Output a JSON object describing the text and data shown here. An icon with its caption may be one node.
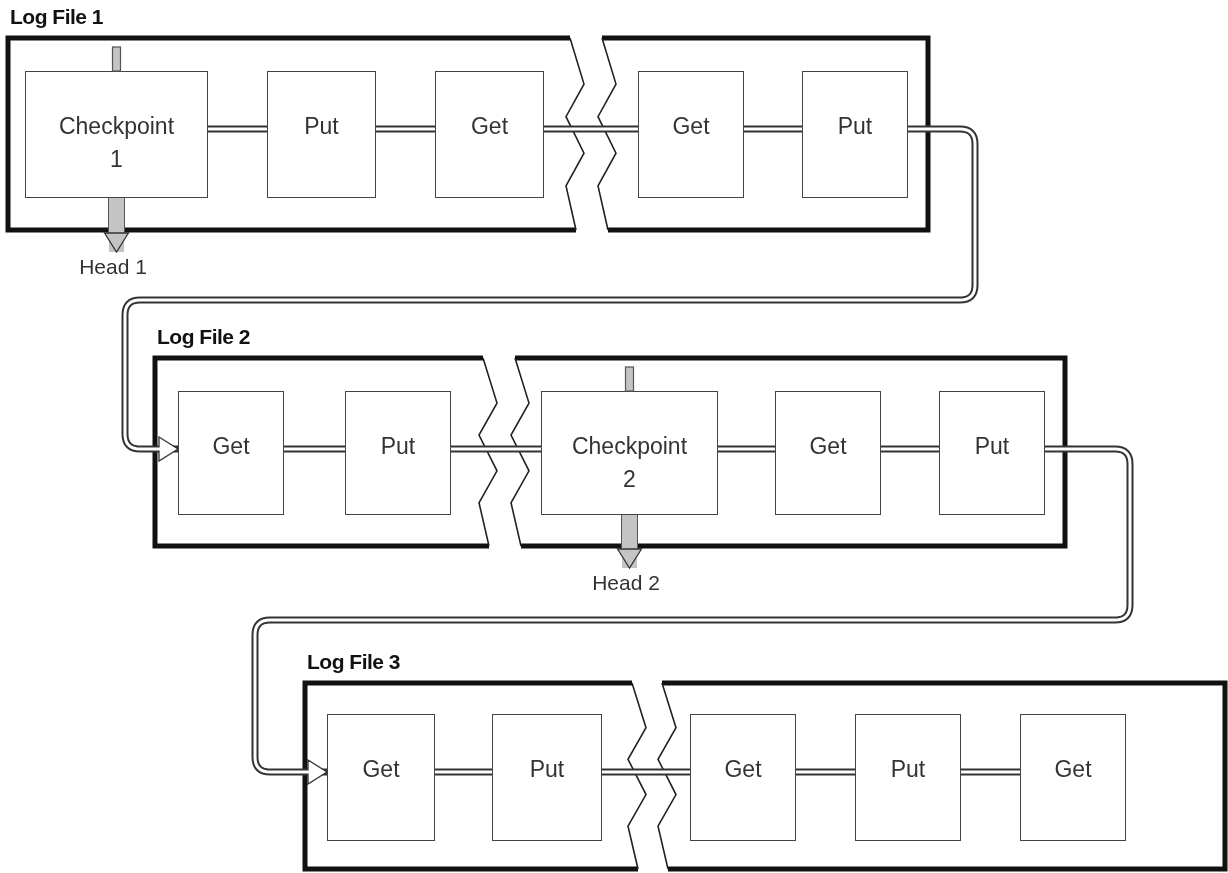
{
  "diagram": {
    "nodes": [
      {
        "text": [
          "Log File 1"
        ]
      },
      {
        "text": [
          "Checkpoint 1"
        ],
        "in": 0
      },
      {
        "text": [
          "Put"
        ],
        "in": 0
      },
      {
        "text": [
          "Get"
        ],
        "in": 0
      },
      {
        "text": [
          "Get"
        ],
        "in": 0
      },
      {
        "text": [
          "Put"
        ],
        "in": 0
      },
      {
        "text": [
          "Head 1"
        ]
      },
      {
        "text": [
          "Log File 2"
        ]
      },
      {
        "text": [
          "Get"
        ],
        "in": 7
      },
      {
        "text": [
          "Put"
        ],
        "in": 7
      },
      {
        "text": [
          "Checkpoint 2"
        ],
        "in": 7
      },
      {
        "text": [
          "Get"
        ],
        "in": 7
      },
      {
        "text": [
          "Put"
        ],
        "in": 7
      },
      {
        "text": [
          "Head 2"
        ]
      },
      {
        "text": [
          "Log File 3"
        ]
      },
      {
        "text": [
          "Get"
        ],
        "in": 14
      },
      {
        "text": [
          "Put"
        ],
        "in": 14
      },
      {
        "text": [
          "Get"
        ],
        "in": 14
      },
      {
        "text": [
          "Put"
        ],
        "in": 14
      },
      {
        "text": [
          "Get"
        ],
        "in": 14
      }
    ],
    "edges": [
      {
        "from": 1,
        "to": 2,
        "arrow": "none"
      },
      {
        "from": 2,
        "to": 3,
        "arrow": "none"
      },
      {
        "from": 3,
        "to": 4,
        "arrow": "none"
      },
      {
        "from": 4,
        "to": 5,
        "arrow": "none"
      },
      {
        "from": 5,
        "to": 8,
        "arrow": "to"
      },
      {
        "from": 8,
        "to": 9,
        "arrow": "none"
      },
      {
        "from": 9,
        "to": 10,
        "arrow": "none"
      },
      {
        "from": 10,
        "to": 11,
        "arrow": "none"
      },
      {
        "from": 11,
        "to": 12,
        "arrow": "none"
      },
      {
        "from": 12,
        "to": 15,
        "arrow": "to"
      },
      {
        "from": 15,
        "to": 16,
        "arrow": "none"
      },
      {
        "from": 16,
        "to": 17,
        "arrow": "none"
      },
      {
        "from": 17,
        "to": 18,
        "arrow": "none"
      },
      {
        "from": 18,
        "to": 19,
        "arrow": "none"
      },
      {
        "from": 1,
        "to": 6,
        "arrow": "to",
        "style": "thick",
        "color": "#c4c4c4"
      },
      {
        "from": 10,
        "to": 13,
        "arrow": "to",
        "style": "thick",
        "color": "#c4c4c4"
      }
    ]
  }
}
